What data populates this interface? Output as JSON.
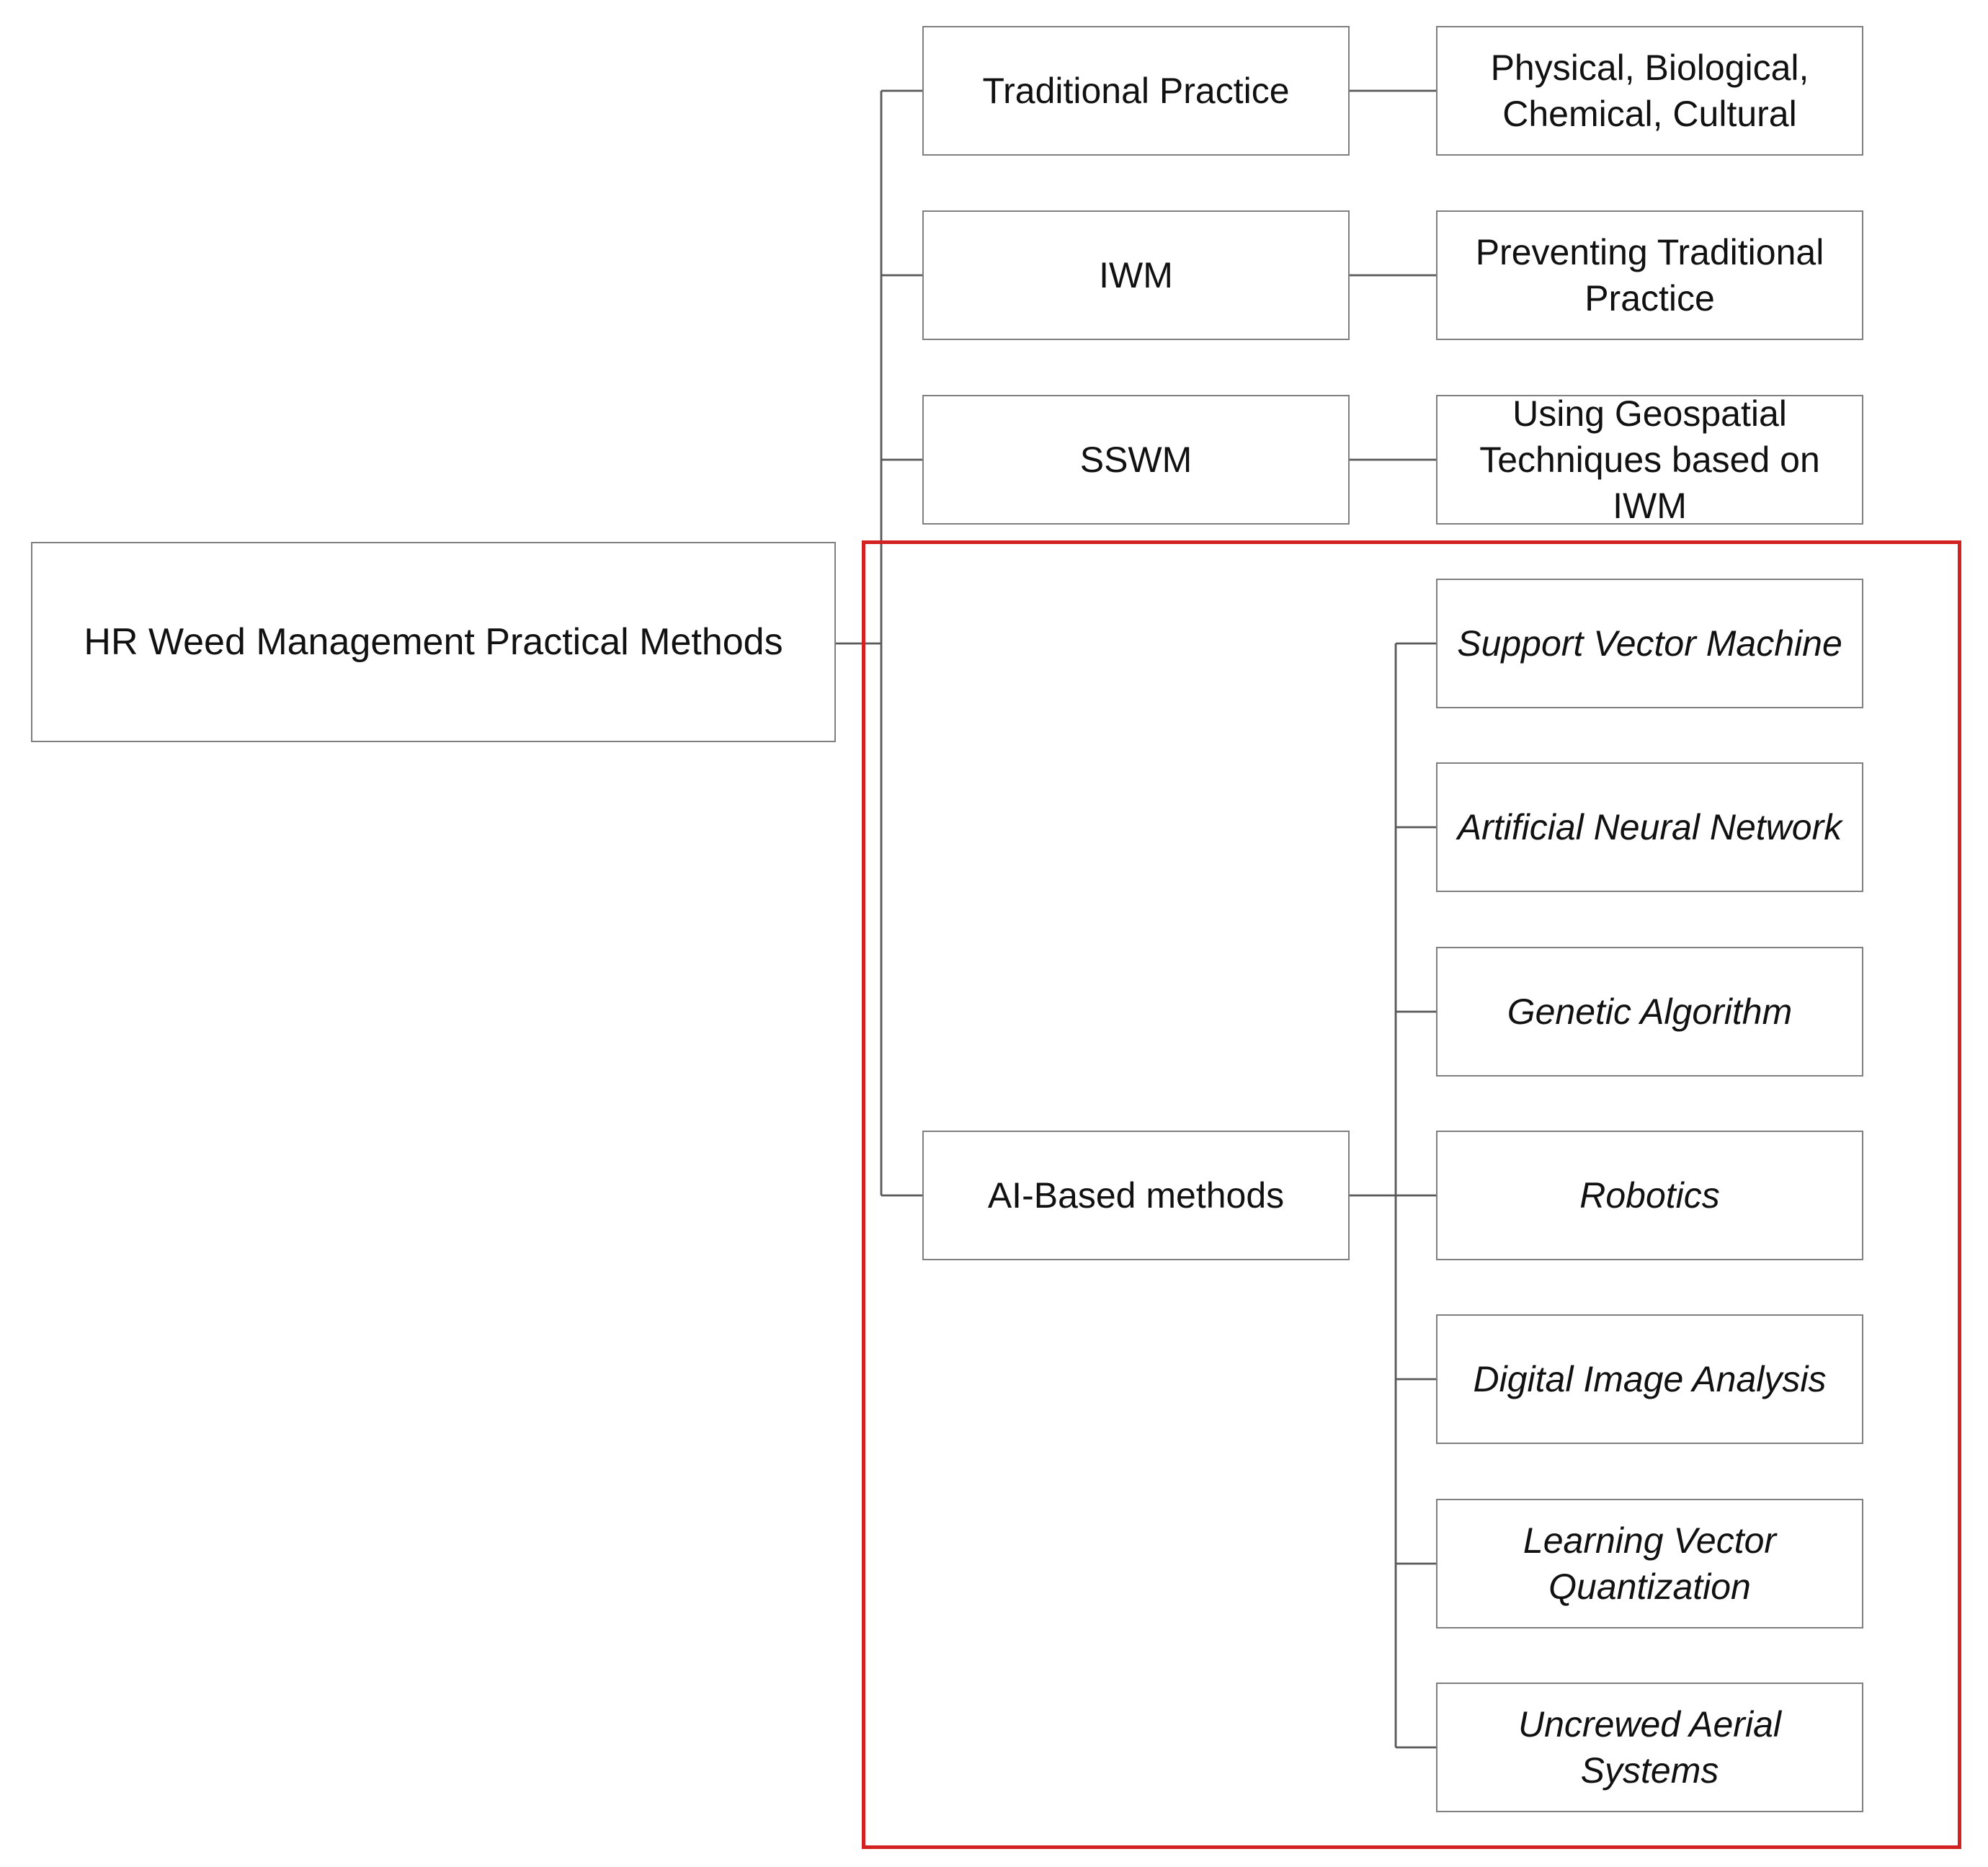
{
  "diagram": {
    "root": {
      "label": "HR Weed Management Practical Methods"
    },
    "categories": [
      {
        "label": "Traditional Practice",
        "detail": "Physical, Biological,\nChemical, Cultural"
      },
      {
        "label": "IWM",
        "detail": "Preventing Traditional\nPractice"
      },
      {
        "label": "SSWM",
        "detail": "Using Geospatial\nTechniques based on\nIWM"
      },
      {
        "label": "AI-Based methods"
      }
    ],
    "ai_methods": [
      "Support Vector Machine",
      "Artificial Neural Network",
      "Genetic Algorithm",
      "Robotics",
      "Digital Image Analysis",
      "Learning Vector\nQuantization",
      "Uncrewed Aerial Systems"
    ],
    "highlight_color": "#d32020"
  }
}
